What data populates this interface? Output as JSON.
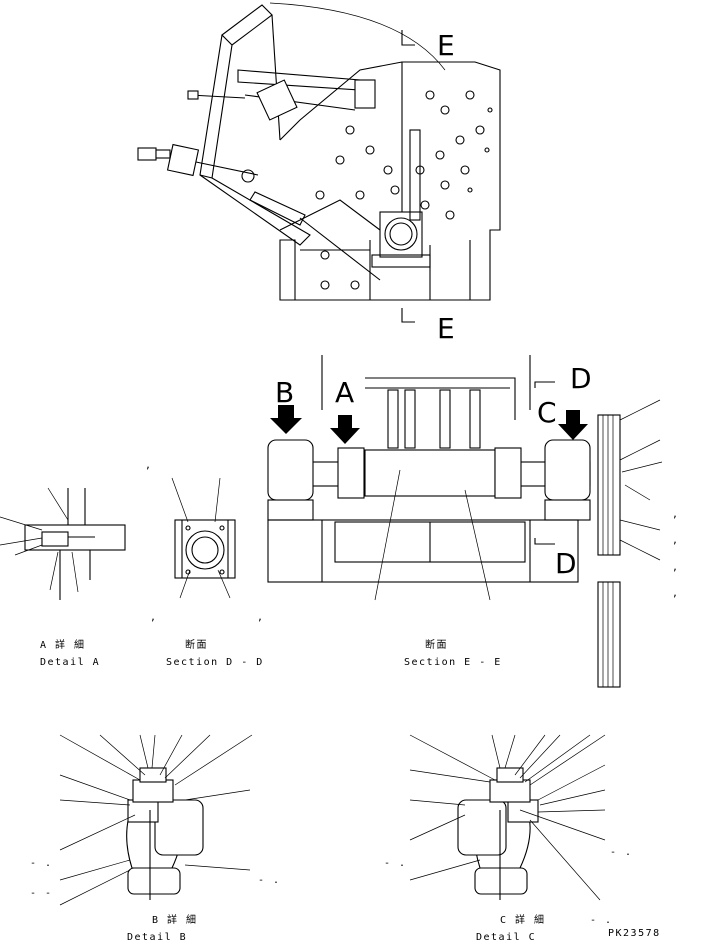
{
  "section_markers": {
    "top_e": "E",
    "bottom_e": "E",
    "b": "B",
    "a": "A",
    "c": "C",
    "d_top": "D",
    "d_bottom": "D"
  },
  "detail_a": {
    "jp": "A 詳 細",
    "en": "Detail A"
  },
  "section_dd": {
    "jp": "断面",
    "en": "Section D - D"
  },
  "section_ee": {
    "jp": "断面",
    "en": "Section E - E"
  },
  "detail_b": {
    "jp": "B 詳 細",
    "en": "Detail B"
  },
  "detail_c": {
    "jp": "C 詳 細",
    "en": "Detail C"
  },
  "drawing_number": "PK23578",
  "stray_marks": [
    ",",
    ",",
    ",",
    ",",
    ",",
    ",",
    ",",
    "- .",
    "- -",
    "- .",
    "- .",
    "- .",
    "- ."
  ]
}
